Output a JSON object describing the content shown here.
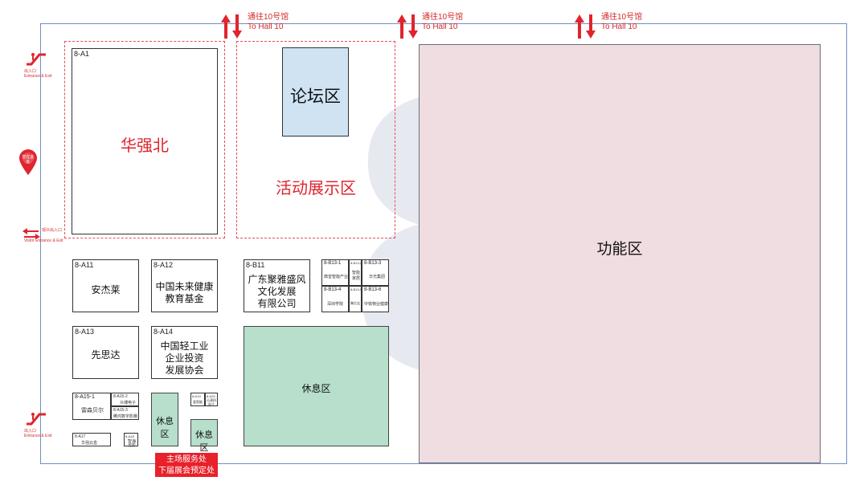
{
  "hall": {
    "number": "8"
  },
  "hall_links": [
    {
      "cn": "通往10号馆",
      "en": "To Hall 10"
    },
    {
      "cn": "通往10号馆",
      "en": "To Hall 10"
    },
    {
      "cn": "通往10号馆",
      "en": "To Hall 10"
    }
  ],
  "entrances": {
    "top": {
      "cn": "出入口",
      "en": "Entrance & Exit"
    },
    "visitor": {
      "cn": "观众出入口",
      "en": "Vistor Entrance & Exit"
    },
    "bottom": {
      "cn": "出入口",
      "en": "Entrance & Exit"
    }
  },
  "you_are_here": "您在此处",
  "zones": {
    "huaqiangbei": {
      "code": "8-A1",
      "label": "华强北"
    },
    "activity": "活动展示区",
    "forum": "论坛区",
    "function": "功能区",
    "rest_main": "休息区",
    "rest_small_1": "休息区",
    "rest_small_2": "休息区"
  },
  "booths": {
    "a11": {
      "code": "8-A11",
      "name": "安杰莱"
    },
    "a12": {
      "code": "8-A12",
      "name_line1": "中国未来健康",
      "name_line2": "教育基金"
    },
    "b11": {
      "code": "8-B11",
      "name_line1": "广东聚雅盛风",
      "name_line2": "文化发展",
      "name_line3": "有限公司"
    },
    "a13": {
      "code": "8-A13",
      "name": "先思达"
    },
    "a14": {
      "code": "8-A14",
      "name_line1": "中国轻工业",
      "name_line2": "企业投资",
      "name_line3": "发展协会"
    },
    "a15_1": {
      "code": "8-A15-1",
      "name": "雷森贝尔"
    },
    "a15_2": {
      "code": "8-A15-2",
      "name": "众博电子"
    },
    "a15_3": {
      "code": "8-A15-3",
      "name": "腾鸿数字影棚"
    },
    "a17": {
      "code": "8-A17",
      "name": "华强云盒"
    },
    "a18": {
      "code": "8-A18",
      "name_line1": "智海",
      "name_line2": "光影"
    },
    "a19": {
      "code": "8-A19",
      "name": "爱智能"
    },
    "a20": {
      "code": "8-A20",
      "name_line1": "沁源科",
      "name_line2": "电子"
    }
  },
  "b13": {
    "b13_1": {
      "code": "8-B13-1",
      "name": "典音智能产业"
    },
    "b13_2": {
      "code": "8-B13-2",
      "name_line1": "智能",
      "name_line2": "家居"
    },
    "b13_3": {
      "code": "8-B13-3",
      "name": "日光集团"
    },
    "b13_4": {
      "code": "8-B13-4",
      "name": "深圳学院"
    },
    "b13_5": {
      "code": "8-B13-5",
      "name": "集位宝"
    },
    "b13_6": {
      "code": "8-B13-6",
      "name": "中铁物业健康"
    }
  },
  "service": {
    "line1": "主场服务处",
    "line2": "下届展会预定处"
  },
  "colors": {
    "red": "#e0242e",
    "forum": "#cfe3f3",
    "rest": "#b7dfcc",
    "function": "#efdde1",
    "border": "#6e8fc2"
  }
}
